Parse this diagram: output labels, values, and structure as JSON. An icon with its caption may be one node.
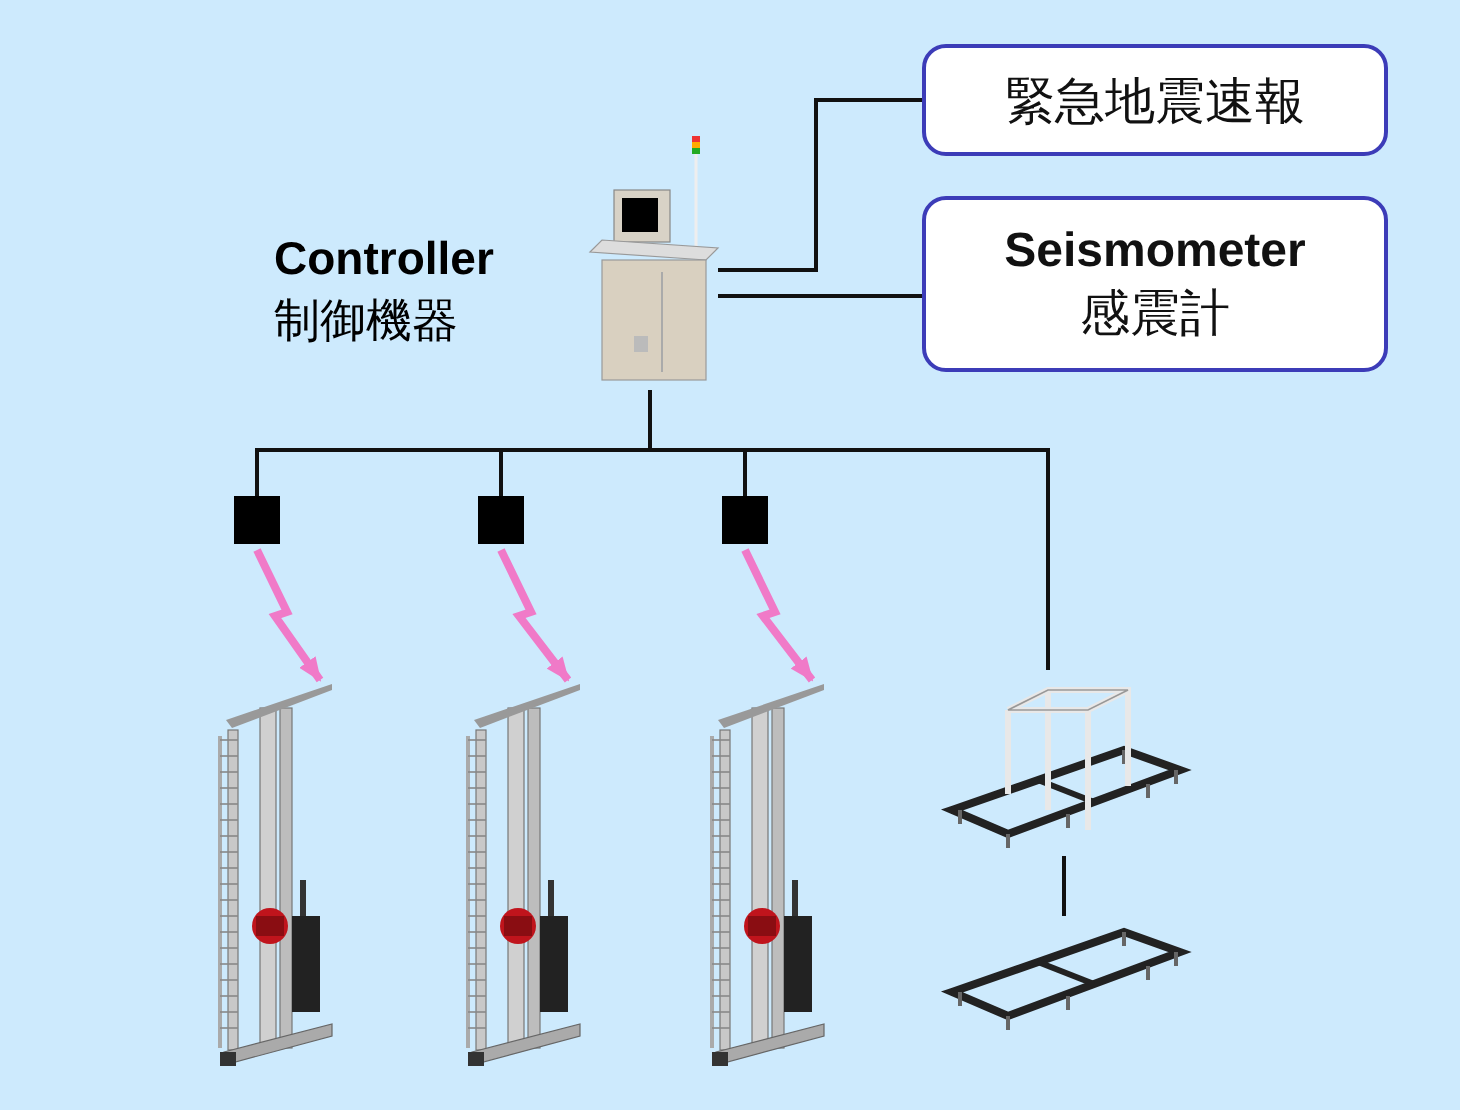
{
  "diagram": {
    "nodes": [
      {
        "text": [
          "緊急地震速報"
        ]
      },
      {
        "text": [
          "Seismometer",
          "感震計"
        ]
      },
      {
        "text": [],
        "shape": "picture",
        "beside": [
          "Controller",
          "制御機器"
        ]
      },
      {
        "text": [],
        "shape": "box"
      },
      {
        "text": [],
        "shape": "box"
      },
      {
        "text": [],
        "shape": "box"
      },
      {
        "text": [],
        "shape": "picture"
      },
      {
        "text": [],
        "shape": "picture"
      },
      {
        "text": [],
        "shape": "picture"
      },
      {
        "text": [],
        "shape": "picture"
      },
      {
        "text": [],
        "shape": "picture"
      }
    ],
    "edges": [
      {
        "from": 2,
        "to": 0,
        "arrow": "none"
      },
      {
        "from": 2,
        "to": 1,
        "arrow": "none"
      },
      {
        "from": 2,
        "to": 3,
        "arrow": "none"
      },
      {
        "from": 2,
        "to": 4,
        "arrow": "none"
      },
      {
        "from": 2,
        "to": 5,
        "arrow": "none"
      },
      {
        "from": 2,
        "to": 9,
        "arrow": "none"
      },
      {
        "from": 3,
        "to": 6,
        "arrow": "to",
        "style": "thick",
        "color": "#f07ac8"
      },
      {
        "from": 4,
        "to": 7,
        "arrow": "to",
        "style": "thick",
        "color": "#f07ac8"
      },
      {
        "from": 5,
        "to": 8,
        "arrow": "to",
        "style": "thick",
        "color": "#f07ac8"
      },
      {
        "from": 9,
        "to": 10,
        "arrow": "none"
      }
    ]
  }
}
